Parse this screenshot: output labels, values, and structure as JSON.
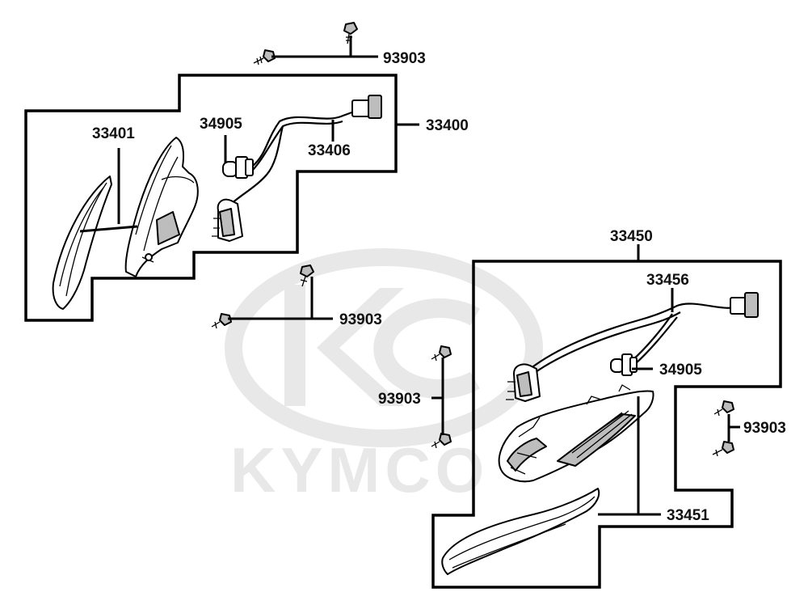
{
  "watermark": {
    "brand": "KYMCO",
    "emblem_icon": "kymco-logo-icon"
  },
  "labels": {
    "bolt_upper": "93903",
    "assy_left": "33400",
    "lens_left": "33401",
    "bulb_left": "34905",
    "harness_left": "33406",
    "bolt_middle": "93903",
    "assy_right": "33450",
    "harness_right": "33456",
    "bulb_right": "34905",
    "bolt_left_pair": "93903",
    "bolt_right_pair": "93903",
    "lens_right": "33451"
  },
  "colors": {
    "ink": "#000000",
    "watermark": "#e8e8e8",
    "background": "#ffffff"
  }
}
